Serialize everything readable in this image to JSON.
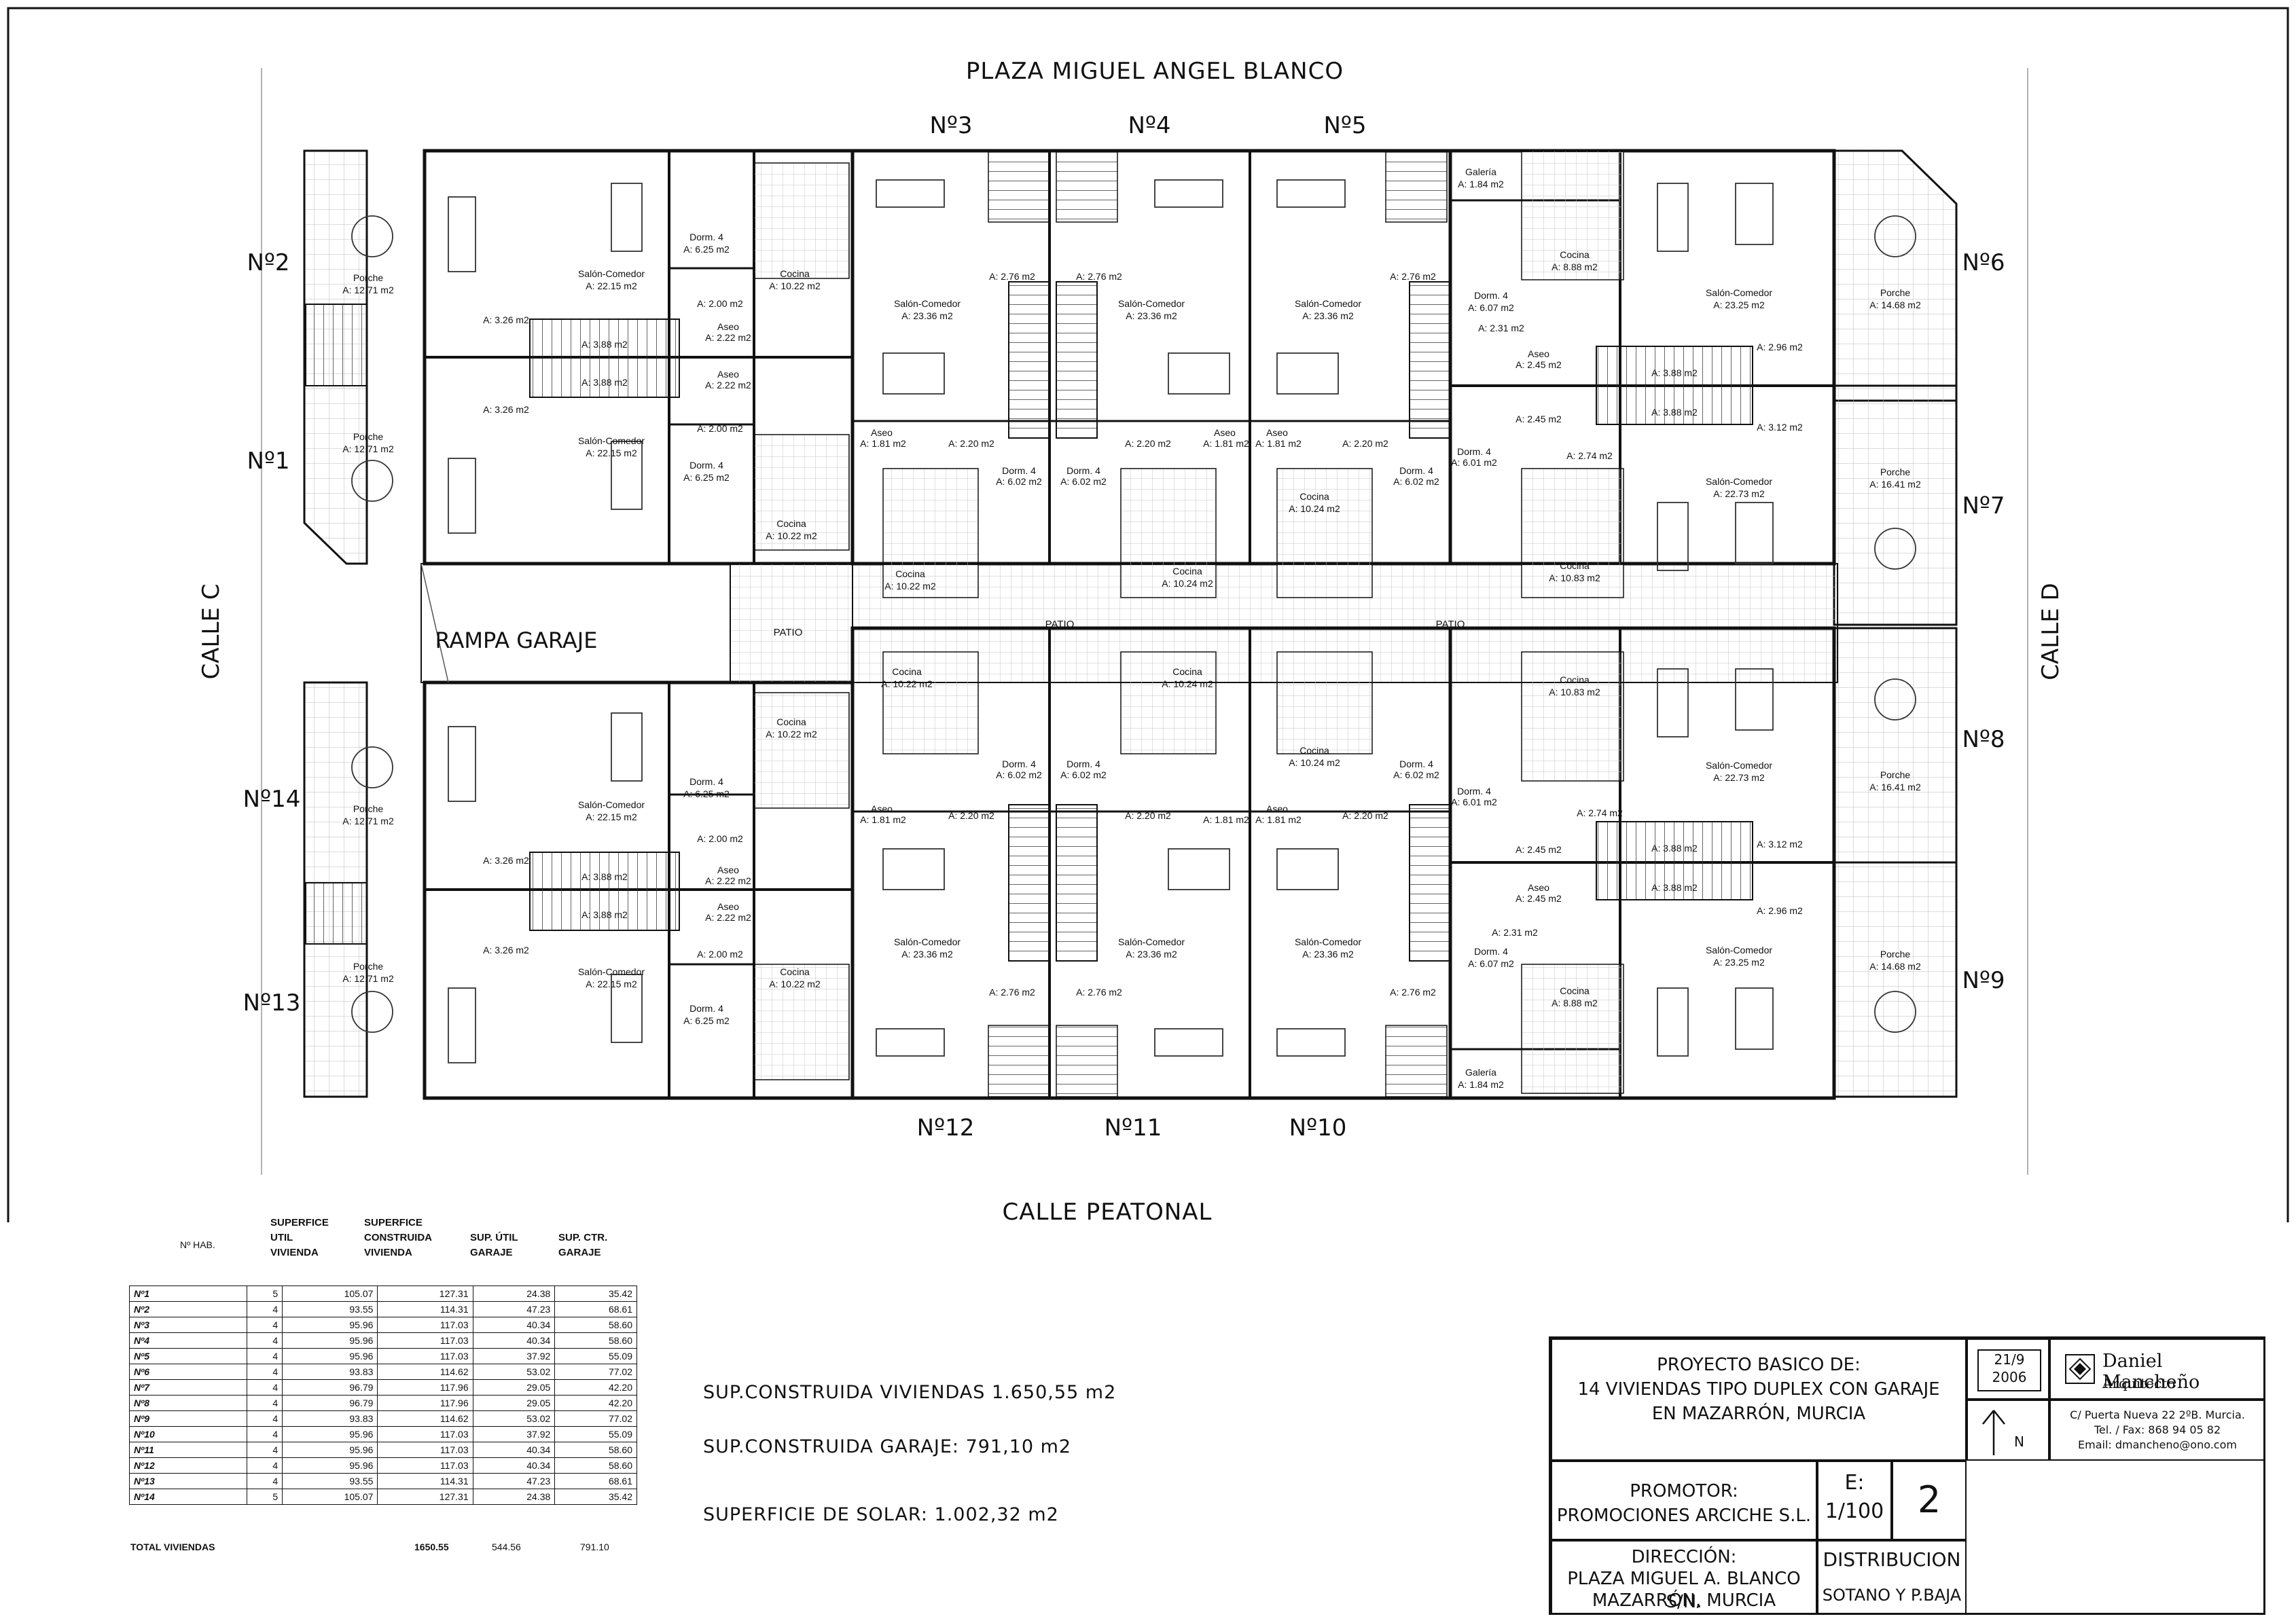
{
  "plan": {
    "title": "PLAZA MIGUEL ANGEL BLANCO",
    "bottom_street": "CALLE PEATONAL",
    "left_street": "CALLE C",
    "right_street": "CALLE D",
    "ramp": "RAMPA GARAJE",
    "patio": "PATIO",
    "unit_numbers": {
      "n1": "Nº1",
      "n2": "Nº2",
      "n3": "Nº3",
      "n4": "Nº4",
      "n5": "Nº5",
      "n6": "Nº6",
      "n7": "Nº7",
      "n8": "Nº8",
      "n9": "Nº9",
      "n10": "Nº10",
      "n11": "Nº11",
      "n12": "Nº12",
      "n13": "Nº13",
      "n14": "Nº14"
    },
    "rooms": {
      "porche": "Porche",
      "salon": "Salón-Comedor",
      "dorm": "Dorm. 4",
      "cocina": "Cocina",
      "aseo": "Aseo",
      "galeria": "Galería"
    },
    "areas": {
      "porche_w": "A: 12.71 m2",
      "salon_w": "A: 22.15 m2",
      "dorm_w": "A: 6.25 m2",
      "cocina_w": "A: 10.22 m2",
      "aseo_w": "A: 2.22 m2",
      "hall_w": "A: 3.26 m2",
      "stair_w": "A: 3.88 m2",
      "pas_w": "A: 2.00 m2",
      "salon_m": "A: 23.36 m2",
      "cocina_m": "A: 10.22 m2",
      "cocina_m2": "A: 10.24 m2",
      "dorm_m": "A: 6.02 m2",
      "aseo_m": "A: 1.81 m2",
      "pas_m": "A: 2.20 m2",
      "ent_m": "A: 2.76 m2",
      "porche_e": "A: 14.68 m2",
      "porche_e2": "A: 16.41 m2",
      "salon_e": "A: 23.25 m2",
      "salon_e2": "A: 22.73 m2",
      "cocina_e": "A: 8.88 m2",
      "cocina_e2": "A: 10.83 m2",
      "dorm_e": "A: 6.07 m2",
      "dorm_e2": "A: 6.01 m2",
      "aseo_e": "A: 2.45 m2",
      "galeria_e": "A: 1.84 m2",
      "pas_e": "A: 2.31 m2",
      "hall_e": "A: 2.96 m2",
      "hall_e2": "A: 3.12 m2",
      "pas_e2": "A: 2.74 m2"
    }
  },
  "schedule": {
    "headers": {
      "hab": "Nº HAB.",
      "sup_util": "SUPERFICE\nUTIL\nVIVIENDA",
      "sup_cons": "SUPERFICE\nCONSTRUIDA\nVIVIENDA",
      "sup_util_garaje": "SUP. ÚTIL\nGARAJE",
      "sup_ctr_garaje": "SUP. CTR.\nGARAJE"
    },
    "rows": [
      [
        "Nº1",
        "5",
        "105.07",
        "127.31",
        "24.38",
        "35.42"
      ],
      [
        "Nº2",
        "4",
        "93.55",
        "114.31",
        "47.23",
        "68.61"
      ],
      [
        "Nº3",
        "4",
        "95.96",
        "117.03",
        "40.34",
        "58.60"
      ],
      [
        "Nº4",
        "4",
        "95.96",
        "117.03",
        "40.34",
        "58.60"
      ],
      [
        "Nº5",
        "4",
        "95.96",
        "117.03",
        "37.92",
        "55.09"
      ],
      [
        "Nº6",
        "4",
        "93.83",
        "114.62",
        "53.02",
        "77.02"
      ],
      [
        "Nº7",
        "4",
        "96.79",
        "117.96",
        "29.05",
        "42.20"
      ],
      [
        "Nº8",
        "4",
        "96.79",
        "117.96",
        "29.05",
        "42.20"
      ],
      [
        "Nº9",
        "4",
        "93.83",
        "114.62",
        "53.02",
        "77.02"
      ],
      [
        "Nº10",
        "4",
        "95.96",
        "117.03",
        "37.92",
        "55.09"
      ],
      [
        "Nº11",
        "4",
        "95.96",
        "117.03",
        "40.34",
        "58.60"
      ],
      [
        "Nº12",
        "4",
        "95.96",
        "117.03",
        "40.34",
        "58.60"
      ],
      [
        "Nº13",
        "4",
        "93.55",
        "114.31",
        "47.23",
        "68.61"
      ],
      [
        "Nº14",
        "5",
        "105.07",
        "127.31",
        "24.38",
        "35.42"
      ]
    ],
    "total": {
      "label": "TOTAL VIVIENDAS",
      "construida": "1650.55",
      "util_garaje": "544.56",
      "ctr_garaje": "791.10"
    }
  },
  "surfaces": {
    "viviendas": "SUP.CONSTRUIDA VIVIENDAS   1.650,55 m2",
    "garaje": "SUP.CONSTRUIDA GARAJE:          791,10  m2",
    "solar": "SUPERFICIE DE SOLAR: 1.002,32 m2"
  },
  "titleblock": {
    "project_1": "PROYECTO BASICO  DE:",
    "project_2": "14 VIVIENDAS TIPO DUPLEX CON GARAJE",
    "project_3": "EN MAZARRÓN, MURCIA",
    "date_1": "21/9",
    "date_2": "2006",
    "north": "N",
    "architect_name": "Daniel Mancheño",
    "architect_title": "Arquitecto",
    "address_1": "C/ Puerta Nueva 22 2ºB. Murcia.",
    "address_2": "Tel. / Fax: 868 94 05 82",
    "address_3": "Email: dmancheno@ono.com",
    "promotor_label": "PROMOTOR:",
    "promotor": "PROMOCIONES ARCICHE S.L.",
    "scale_label": "E:",
    "scale": "1/100",
    "sheet": "2",
    "direccion_label": "DIRECCIÓN:",
    "direccion_1": "PLAZA MIGUEL A. BLANCO S/N.",
    "direccion_2": "MAZARRÓN, MURCIA",
    "drawing_1": "DISTRIBUCION",
    "drawing_2": "SOTANO Y P.BAJA"
  }
}
